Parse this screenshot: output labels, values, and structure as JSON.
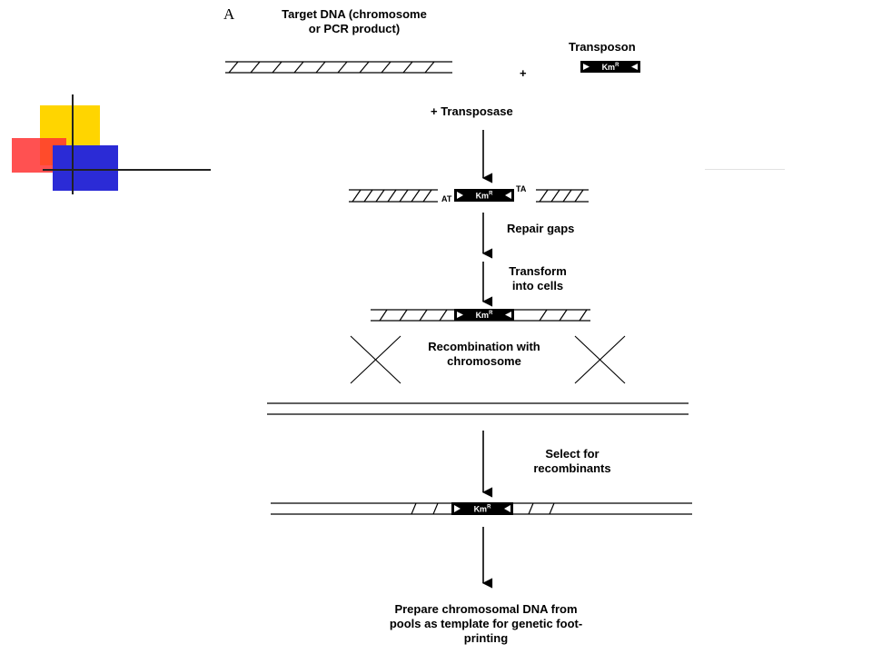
{
  "panel_label": "A",
  "labels": {
    "target_dna": "Target DNA (chromosome\nor PCR product)",
    "transposon": "Transposon",
    "plus": "+",
    "transposase": "+ Transposase",
    "repair_gaps": "Repair gaps",
    "transform": "Transform\ninto cells",
    "recombination": "Recombination with\nchromosome",
    "select": "Select for\nrecombinants",
    "prepare": "Prepare chromosomal DNA from\npools as template for genetic foot-\nprinting"
  },
  "cassette": {
    "text": "Km",
    "superscript": "R",
    "fill": "#000000"
  },
  "ends": {
    "left": "AT",
    "right": "TA"
  },
  "decor": {
    "yellow": "#FFD500",
    "red": "#FF3333",
    "blue": "#2B2BD6"
  }
}
